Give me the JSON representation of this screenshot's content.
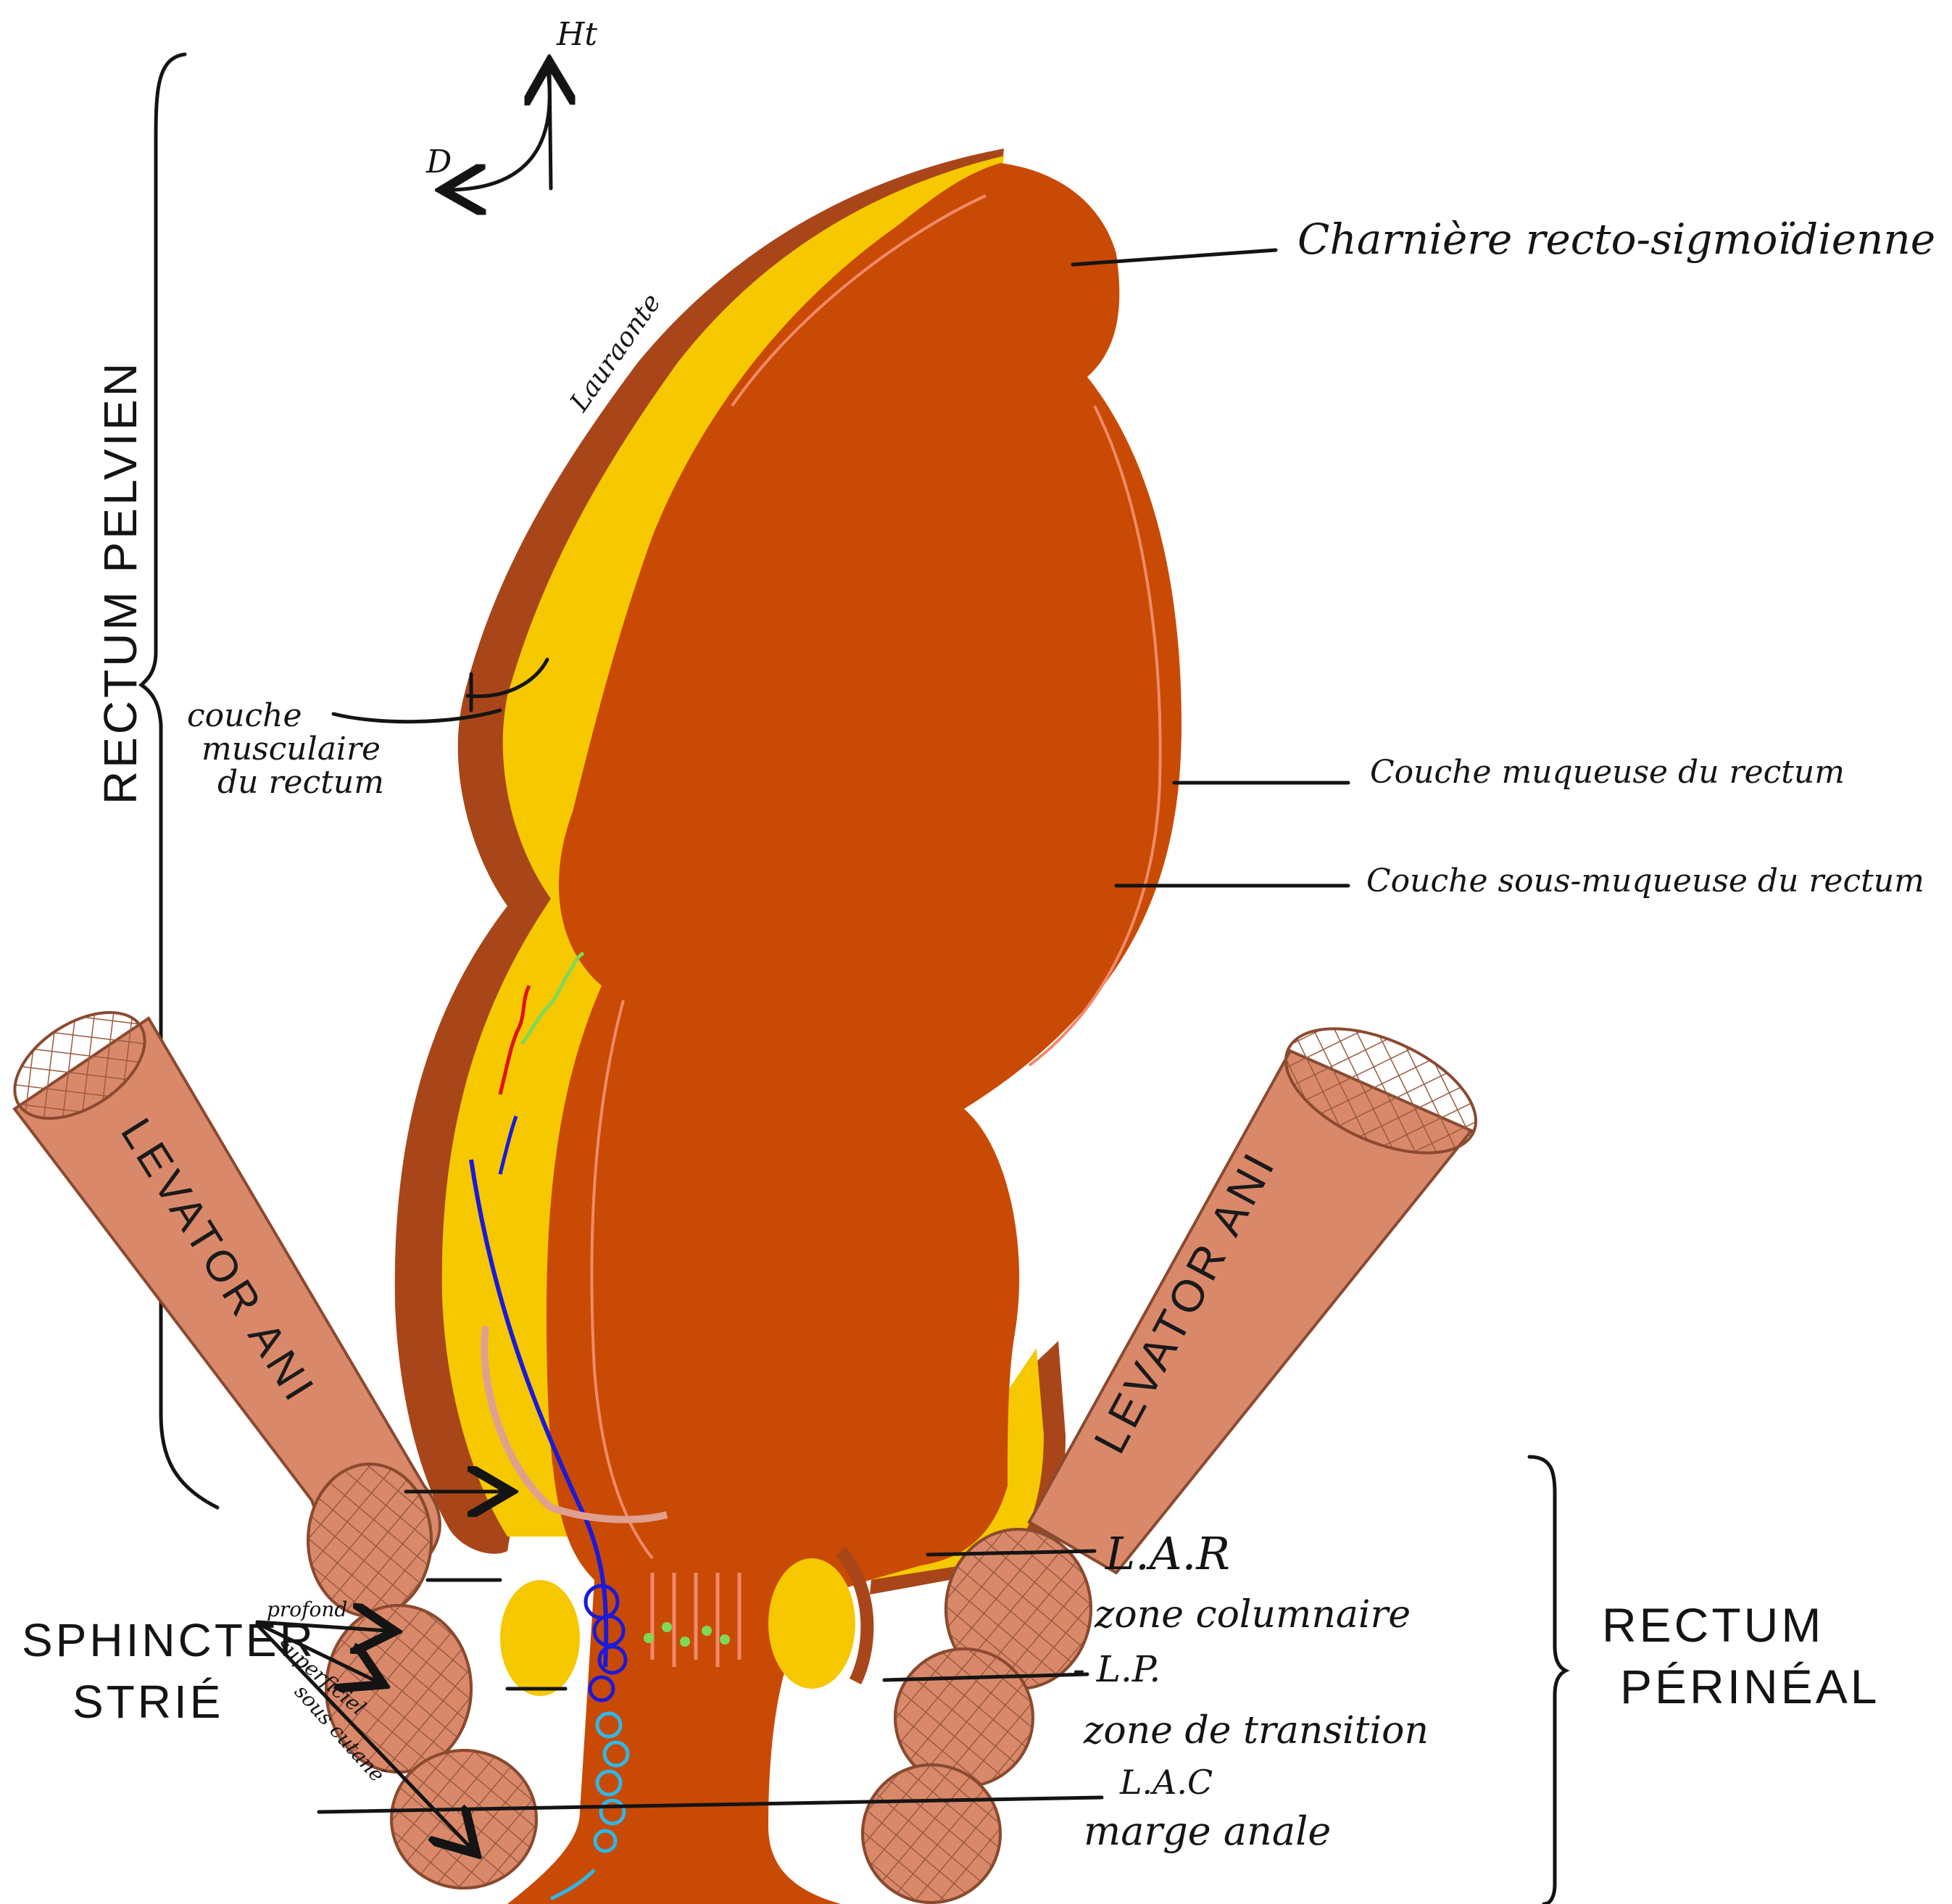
{
  "orientation": {
    "up_label": "Ht",
    "side_label": "D"
  },
  "signature": "Lauraonte",
  "labels": {
    "charniere": "Charnière recto-sigmoïdienne",
    "muqueuse": "Couche muqueuse du rectum",
    "sous_muqueuse": "Couche sous-muqueuse du rectum",
    "musculaire_1": "couche",
    "musculaire_2": "musculaire",
    "musculaire_3": "du rectum",
    "rectum_pelvien": "RECTUM PELVIEN",
    "levator_left": "LEVATOR ANI",
    "levator_right": "LEVATOR ANI",
    "sphincter_1": "SPHINCTER",
    "sphincter_2": "STRIÉ",
    "profond": "profond",
    "superficiel": "superficiel",
    "sous_cutane": "sous cutané",
    "lar": "L.A.R",
    "zone_columnaire": "zone columnaire",
    "lp": "- L.P.",
    "zone_transition": "zone de transition",
    "lac": "L.A.C",
    "marge_anale": "marge anale",
    "rectum_perineal_1": "RECTUM",
    "rectum_perineal_2": "PÉRINÉAL"
  },
  "colors": {
    "mucosa": "#C94A05",
    "fat": "#F5C800",
    "muscle": "#A8461A",
    "levator": "#D9896A",
    "vein_internal": "#1A1AD8",
    "vein_external": "#2FB8E8",
    "nerve_green": "#7ED957",
    "artery_red": "#E01010"
  }
}
